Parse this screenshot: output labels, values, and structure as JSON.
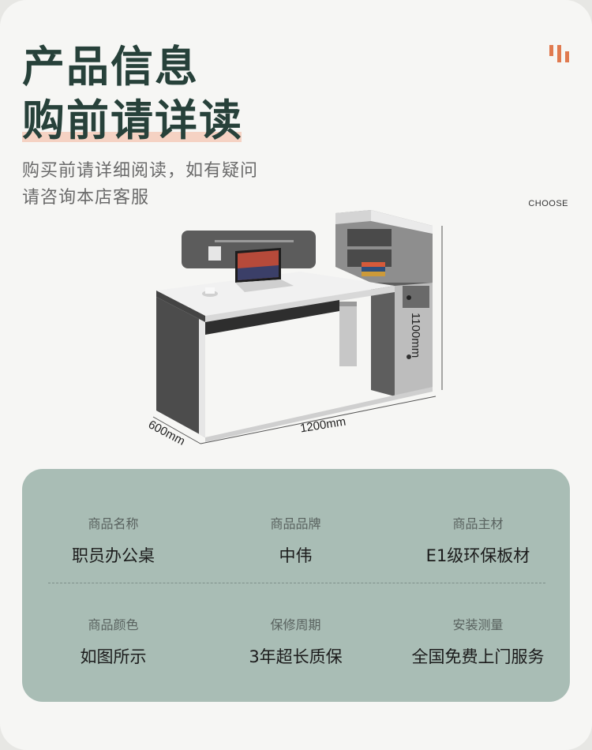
{
  "header": {
    "title_line1": "产品信息",
    "title_line2": "购前请详读",
    "subtitle_line1": "购买前请详细阅读，如有疑问",
    "subtitle_line2": "请咨询本店客服",
    "choose": "CHOOSE",
    "accent_color": "#e07a4f",
    "title_color": "#27413a"
  },
  "product_image": {
    "dimension_width": "1200mm",
    "dimension_depth": "600mm",
    "dimension_height": "1100mm"
  },
  "specs": [
    {
      "label": "商品名称",
      "value": "职员办公桌"
    },
    {
      "label": "商品品牌",
      "value": "中伟"
    },
    {
      "label": "商品主材",
      "value": "E1级环保板材"
    },
    {
      "label": "商品颜色",
      "value": "如图所示"
    },
    {
      "label": "保修周期",
      "value": "3年超长质保"
    },
    {
      "label": "安装测量",
      "value": "全国免费上门服务"
    }
  ],
  "panel_color": "#a9bdb5"
}
